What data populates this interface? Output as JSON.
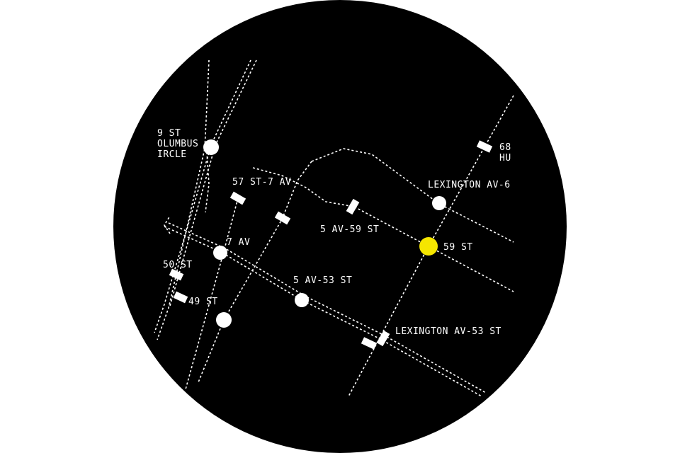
{
  "map": {
    "background": "#000000",
    "line_color": "#ffffff",
    "current_station_color": "#f5e600",
    "stations": [
      {
        "id": "columbus-circle",
        "label_lines": [
          "9 ST",
          "OLUMBUS",
          "IRCLE"
        ]
      },
      {
        "id": "57-st-7-av",
        "label_lines": [
          "57 ST-7 AV"
        ]
      },
      {
        "id": "lexington-av-6",
        "label_lines": [
          "LEXINGTON AV-6"
        ]
      },
      {
        "id": "68-hu",
        "label_lines": [
          "68",
          "HU"
        ]
      },
      {
        "id": "5-av-59-st",
        "label_lines": [
          "5 AV-59 ST"
        ]
      },
      {
        "id": "59-st",
        "label_lines": [
          "59 ST"
        ],
        "current": true
      },
      {
        "id": "7-av",
        "label_lines": [
          "7 AV"
        ]
      },
      {
        "id": "50-st",
        "label_lines": [
          "50 ST"
        ]
      },
      {
        "id": "5-av-53-st",
        "label_lines": [
          "5 AV-53 ST"
        ]
      },
      {
        "id": "49-st",
        "label_lines": [
          "49 ST"
        ]
      },
      {
        "id": "lexington-av-53-st",
        "label_lines": [
          "LEXINGTON AV-53 ST"
        ]
      }
    ]
  }
}
